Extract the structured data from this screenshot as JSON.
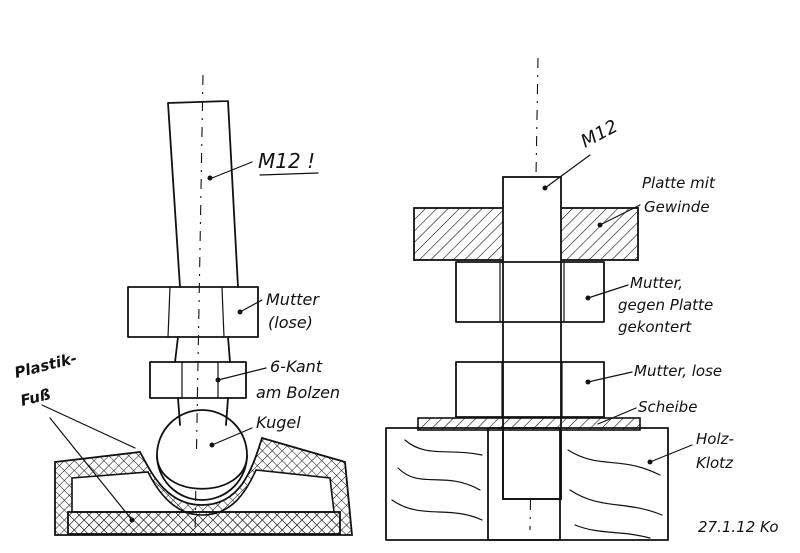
{
  "left": {
    "m12": "M12 !",
    "mutter_line1": "Mutter",
    "mutter_line2": "(lose)",
    "kant_line1": "6-Kant",
    "kant_line2": "am Bolzen",
    "kugel": "Kugel",
    "plastik_line1": "Plastik-",
    "plastik_line2": "Fuß"
  },
  "right": {
    "m12": "M12",
    "platte_line1": "Platte mit",
    "platte_line2": "Gewinde",
    "mutter_line1": "Mutter,",
    "mutter_line2": "gegen Platte",
    "mutter_line3": "gekontert",
    "mutter_lose": "Mutter, lose",
    "scheibe": "Scheibe",
    "holz_line1": "Holz-",
    "holz_line2": "Klotz"
  },
  "date": "27.1.12 Ko"
}
